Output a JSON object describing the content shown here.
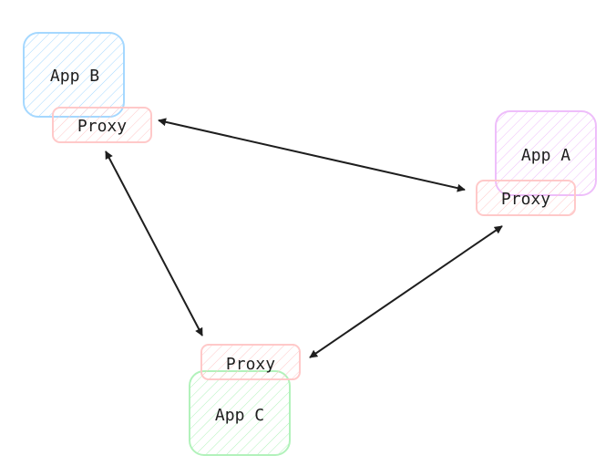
{
  "nodes": {
    "app_b": {
      "label": "App B",
      "color": "#a5d8ff"
    },
    "app_b_proxy": {
      "label": "Proxy",
      "color": "#ffc9c9"
    },
    "app_a": {
      "label": "App A",
      "color": "#eebefa"
    },
    "app_a_proxy": {
      "label": "Proxy",
      "color": "#ffc9c9"
    },
    "app_c": {
      "label": "App C",
      "color": "#b2f2bb"
    },
    "app_c_proxy": {
      "label": "Proxy",
      "color": "#ffc9c9"
    }
  },
  "edges": [
    {
      "from": "app_b_proxy",
      "to": "app_a_proxy",
      "bidirectional": true
    },
    {
      "from": "app_b_proxy",
      "to": "app_c_proxy",
      "bidirectional": true
    },
    {
      "from": "app_c_proxy",
      "to": "app_a_proxy",
      "bidirectional": true
    }
  ],
  "style": {
    "arrow_color": "#1e1e1e",
    "hatch": "diagonal"
  }
}
